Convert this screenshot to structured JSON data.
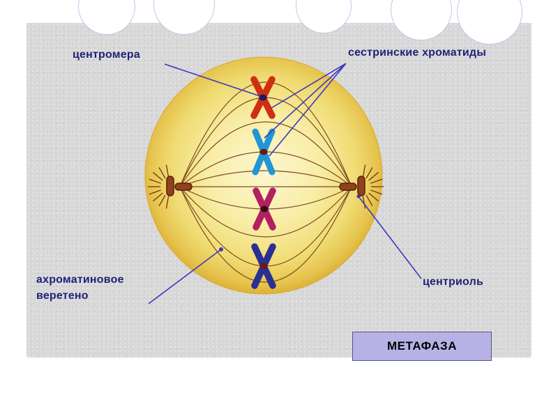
{
  "page": {
    "background": "#ffffff"
  },
  "panel": {
    "background": "#d8d8d8"
  },
  "deco": {
    "circle_border": "#c9c2ea"
  },
  "diagram": {
    "labels": {
      "centromere": "центромера",
      "sister_chromatids": "сестринские хроматиды",
      "spindle_line1": "ахроматиновое",
      "spindle_line2": "веретено",
      "centriole": "центриоль"
    },
    "phase_box": {
      "text": "МЕТАФАЗА",
      "background": "#b7b2e6",
      "border": "#55557a"
    },
    "cell": {
      "fill_center": "#fcf7cf",
      "fill_edge": "#ddb138",
      "outline": "#d7ab33"
    },
    "spindle": {
      "fiber_color": "#6e3312"
    },
    "centrioles": {
      "fill": "#93411c",
      "outline": "#54200a"
    },
    "pointer_color": "#3c36c0",
    "label_color": "#212178",
    "chromosomes": [
      {
        "position": "top",
        "color": "#cf2e12",
        "centromere_color": "#1b1b5e"
      },
      {
        "position": "upper-middle",
        "color": "#2196d6",
        "centromere_color": "#6e1a10"
      },
      {
        "position": "lower-middle",
        "color": "#b32060",
        "centromere_color": "#2e0d1c"
      },
      {
        "position": "bottom",
        "color": "#2a2f92",
        "centromere_color": "#6e1a10"
      }
    ]
  }
}
